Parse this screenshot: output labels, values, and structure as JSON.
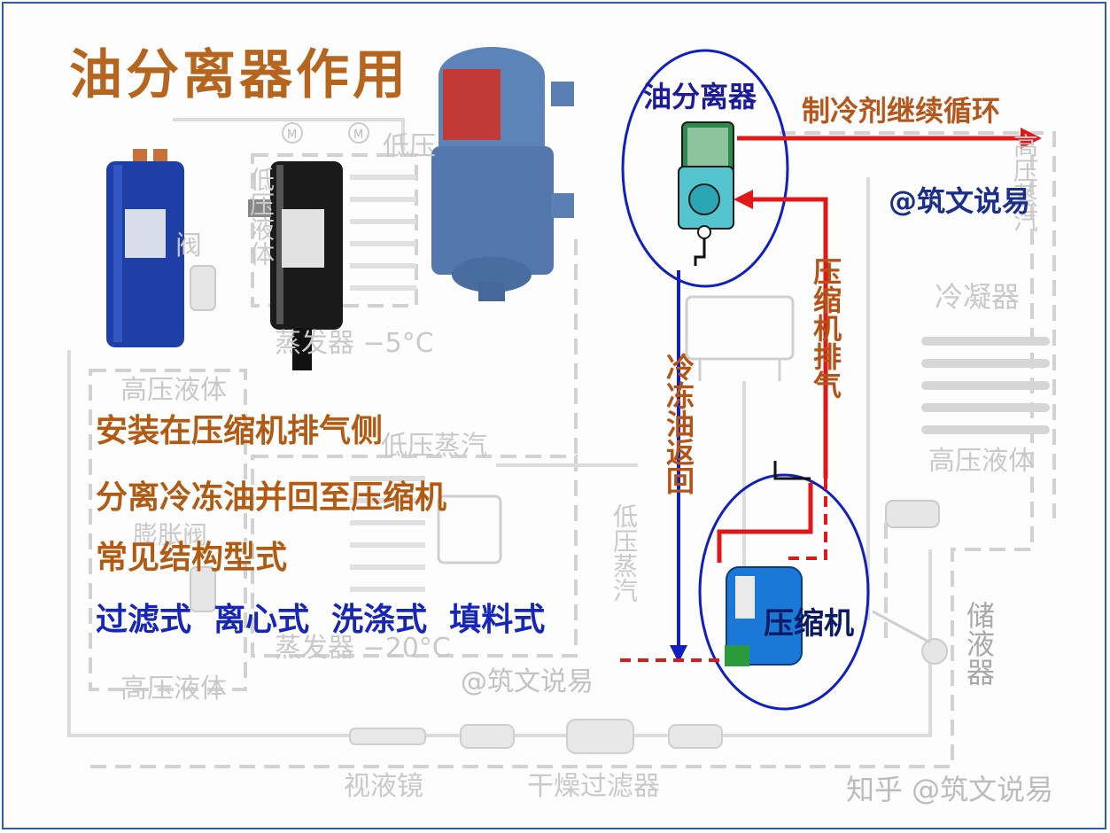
{
  "title": "油分离器作用",
  "watermark_handle": "@筑文说易",
  "watermark_mid": "@筑文说易",
  "watermark_corner": "知乎 @筑文说易",
  "labels": {
    "oil_separator": "油分离器",
    "refrigerant_continue": "制冷剂继续循环",
    "compressor_discharge": "压缩机排气",
    "oil_return": "冷冻油返回",
    "compressor": "压缩机"
  },
  "bullets": [
    "安装在压缩机排气侧",
    "分离冷冻油并回至压缩机",
    "常见结构型式"
  ],
  "types_line": "过滤式  离心式  洗涤式  填料式",
  "bg_labels": {
    "low_pressure": "低压",
    "valve": "阀",
    "low_liquid": "低压液体",
    "evaporator_1": "蒸发器 −5°C",
    "high_liquid_1": "高压液体",
    "low_vapor": "低压蒸汽",
    "expansion_valve": "膨胀阀",
    "evaporator_2": "蒸发器 −20°C",
    "high_liquid_2": "高压液体",
    "sight_glass": "视液镜",
    "dryer_filter": "干燥过滤器",
    "low_vapor_vert": "低压蒸汽",
    "high_vapor_vert": "高压蒸汽",
    "condenser": "冷凝器",
    "high_liquid_3": "高压液体",
    "receiver": "储液器"
  },
  "colors": {
    "accent_red": "#e01818",
    "accent_blue": "#1020c0",
    "title_orange": "#b5651d",
    "frame_blue": "#2d5fa0"
  }
}
